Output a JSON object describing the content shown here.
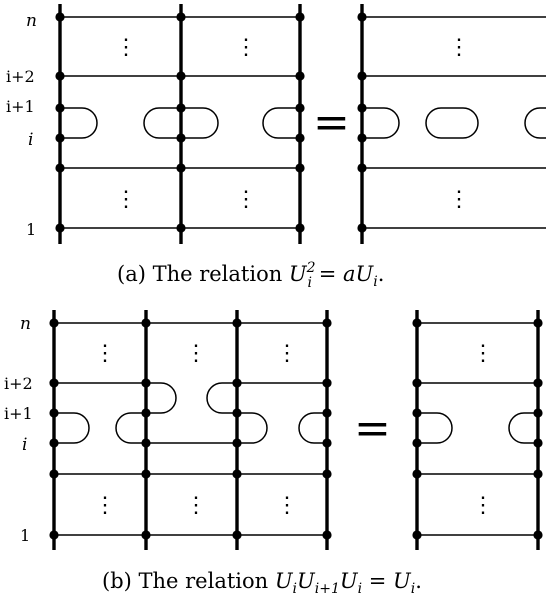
{
  "diagram_a": {
    "row_labels": {
      "n": "n",
      "i_plus_2": "i+2",
      "i_plus_1": "i+1",
      "i": "i",
      "one": "1"
    },
    "equals_sign": "=",
    "caption": {
      "prefix": "(a)  The relation ",
      "formula_U": "U",
      "formula_sub": "i",
      "formula_sup": "2",
      "formula_rest": " = aU",
      "formula_rest_sub": "i",
      "suffix": "."
    }
  },
  "diagram_b": {
    "row_labels": {
      "n": "n",
      "i_plus_2": "i+2",
      "i_plus_1": "i+1",
      "i": "i",
      "one": "1"
    },
    "equals_sign": "=",
    "caption": {
      "prefix": "(b)  The relation ",
      "formula_U": "U",
      "formula_sub": "i",
      "formula_U2": "U",
      "formula_sub2": "i+1",
      "formula_U3": "U",
      "formula_sub3": "i",
      "formula_eq": " = U",
      "formula_sub4": "i",
      "suffix": "."
    }
  },
  "vertical_ellipsis": "⋮"
}
